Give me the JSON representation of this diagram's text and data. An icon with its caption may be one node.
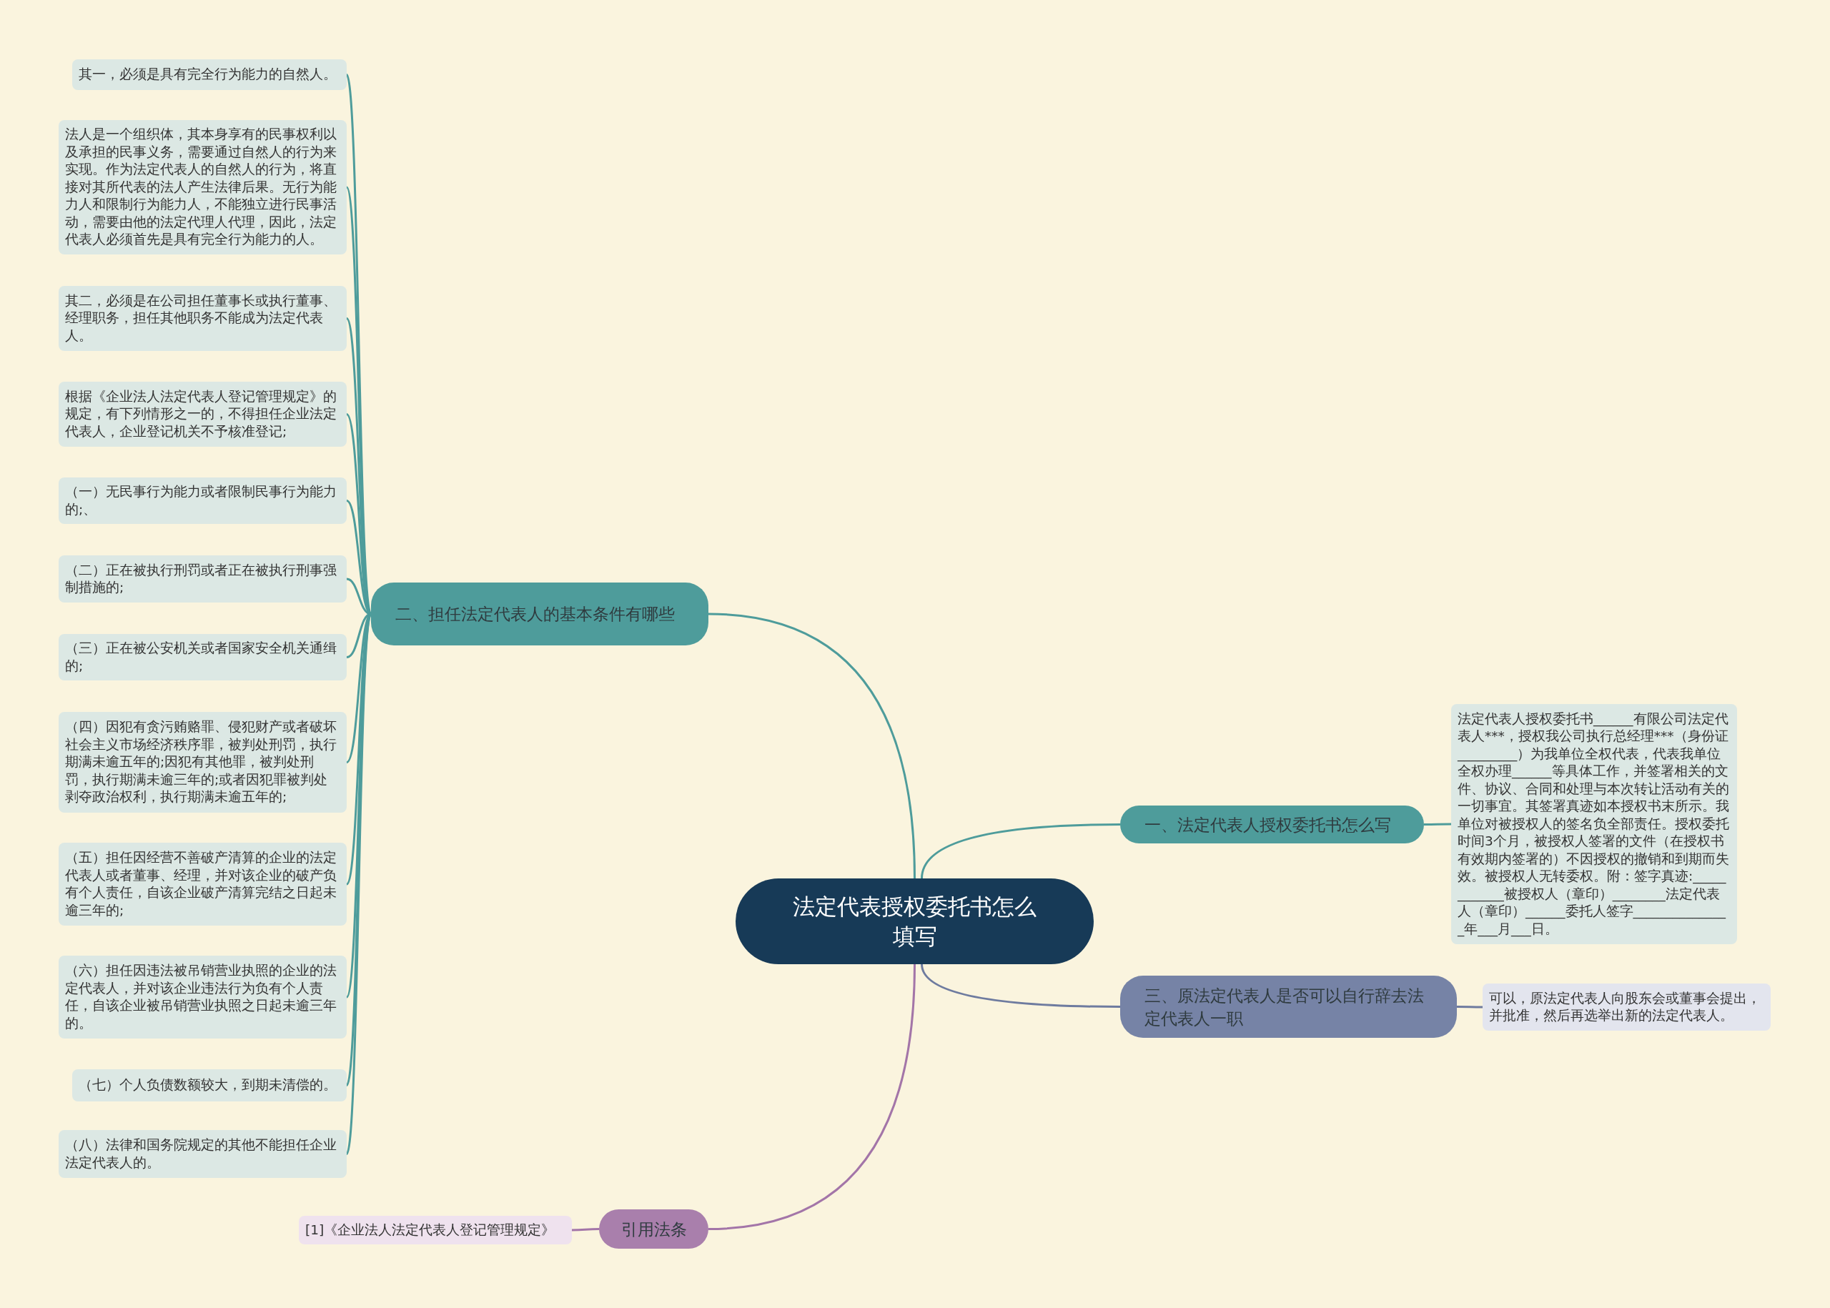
{
  "diagram": {
    "nodes": [
      {
        "text": [
          "法定代表授权委托书怎么填写"
        ]
      },
      {
        "text": [
          "二、担任法定代表人的基本条件有哪些"
        ]
      },
      {
        "text": [
          "其一，必须是具有完全行为能力的自然人。"
        ]
      },
      {
        "text": [
          "法人是一个组织体，其本身享有的民事权利以及承担的民事义务，需要通过自然人的行为来实现。作为法定代表人的自然人的行为，将直接对其所代表的法人产生法律后果。无行为能力人和限制行为能力人，不能独立进行民事活动，需要由他的法定代理人代理，因此，法定代表人必须首先是具有完全行为能力的人。"
        ]
      },
      {
        "text": [
          "其二，必须是在公司担任董事长或执行董事、经理职务，担任其他职务不能成为法定代表人。"
        ]
      },
      {
        "text": [
          "根据《企业法人法定代表人登记管理规定》的规定，有下列情形之一的，不得担任企业法定代表人，企业登记机关不予核准登记;"
        ]
      },
      {
        "text": [
          "（一）无民事行为能力或者限制民事行为能力的;、"
        ]
      },
      {
        "text": [
          "（二）正在被执行刑罚或者正在被执行刑事强制措施的;"
        ]
      },
      {
        "text": [
          "（三）正在被公安机关或者国家安全机关通缉的;"
        ]
      },
      {
        "text": [
          "（四）因犯有贪污贿赂罪、侵犯财产或者破坏社会主义市场经济秩序罪，被判处刑罚，执行期满未逾五年的;因犯有其他罪，被判处刑罚，执行期满未逾三年的;或者因犯罪被判处剥夺政治权利，执行期满未逾五年的;"
        ]
      },
      {
        "text": [
          "（五）担任因经营不善破产清算的企业的法定代表人或者董事、经理，并对该企业的破产负有个人责任，自该企业破产清算完结之日起未逾三年的;"
        ]
      },
      {
        "text": [
          "（六）担任因违法被吊销营业执照的企业的法定代表人，并对该企业违法行为负有个人责任，自该企业被吊销营业执照之日起未逾三年的。"
        ]
      },
      {
        "text": [
          "（七）个人负债数额较大，到期未清偿的。"
        ]
      },
      {
        "text": [
          "（八）法律和国务院规定的其他不能担任企业法定代表人的。"
        ]
      },
      {
        "text": [
          "一、法定代表人授权委托书怎么写"
        ]
      },
      {
        "text": [
          "法定代表人授权委托书______有限公司法定代表人***，授权我公司执行总经理***（身份证_________）为我单位全权代表，代表我单位全权办理______等具体工作，并签署相关的文件、协议、合同和处理与本次转让活动有关的一切事宜。其签署真迹如本授权书末所示。我单位对被授权人的签名负全部责任。授权委托时间3个月，被授权人签署的文件（在授权书有效期内签署的）不因授权的撤销和到期而失效。被授权人无转委权。附：签字真迹:____________被授权人（章印）________法定代表人（章印）______委托人签字_______________年___月___日。"
        ]
      },
      {
        "text": [
          "三、原法定代表人是否可以自行辞去法定代表人一职"
        ]
      },
      {
        "text": [
          "可以，原法定代表人向股东会或董事会提出，并批准，然后再选举出新的法定代表人。"
        ]
      },
      {
        "text": [
          "引用法条"
        ]
      },
      {
        "text": [
          "[1]《企业法人法定代表人登记管理规定》"
        ]
      }
    ],
    "edges": [
      {
        "from": 0,
        "to": 1,
        "arrow": "none"
      },
      {
        "from": 1,
        "to": 2,
        "arrow": "none"
      },
      {
        "from": 1,
        "to": 3,
        "arrow": "none"
      },
      {
        "from": 1,
        "to": 4,
        "arrow": "none"
      },
      {
        "from": 1,
        "to": 5,
        "arrow": "none"
      },
      {
        "from": 1,
        "to": 6,
        "arrow": "none"
      },
      {
        "from": 1,
        "to": 7,
        "arrow": "none"
      },
      {
        "from": 1,
        "to": 8,
        "arrow": "none"
      },
      {
        "from": 1,
        "to": 9,
        "arrow": "none"
      },
      {
        "from": 1,
        "to": 10,
        "arrow": "none"
      },
      {
        "from": 1,
        "to": 11,
        "arrow": "none"
      },
      {
        "from": 1,
        "to": 12,
        "arrow": "none"
      },
      {
        "from": 1,
        "to": 13,
        "arrow": "none"
      },
      {
        "from": 0,
        "to": 14,
        "arrow": "none"
      },
      {
        "from": 14,
        "to": 15,
        "arrow": "none"
      },
      {
        "from": 0,
        "to": 16,
        "arrow": "none",
        "color": "#6e7b9f"
      },
      {
        "from": 16,
        "to": 17,
        "arrow": "none",
        "color": "#6e7b9f"
      },
      {
        "from": 0,
        "to": 18,
        "arrow": "none",
        "color": "#a375a8"
      },
      {
        "from": 18,
        "to": 19,
        "arrow": "none",
        "color": "#a375a8"
      }
    ]
  }
}
